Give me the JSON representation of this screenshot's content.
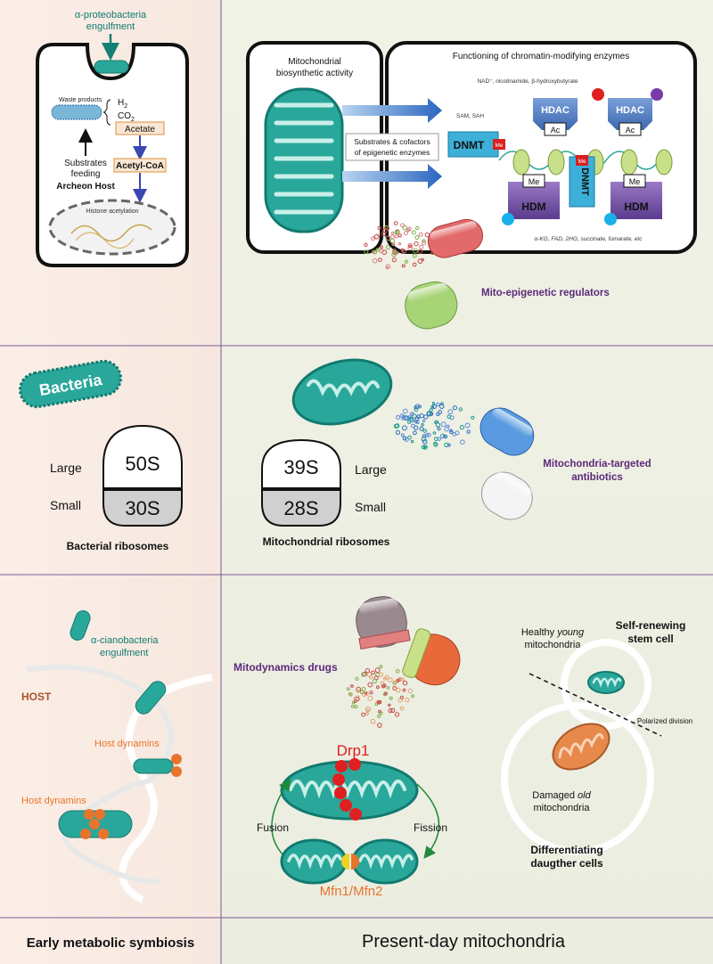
{
  "colors": {
    "left_bg": "#f9ece4",
    "right_bg": "#eef0e4",
    "divider": "#7a5a9a",
    "teal": "#2aa79b",
    "teal_dark": "#127a70",
    "purple_text": "#5b2a7a",
    "orange": "#e8742c",
    "red": "#e02020",
    "blue_arrow": "#2a6fc2"
  },
  "row1": {
    "proteo_label_1": "α-proteobacteria",
    "proteo_label_2": "engulfment",
    "waste": "Waste products",
    "h2": "H",
    "h2_sub": "2",
    "co2": "CO",
    "co2_sub": "2",
    "acetate": "Acetate",
    "substrates_1": "Substrates",
    "substrates_2": "feeding",
    "archeon": "Archeon Host",
    "acetylcoa": "Acetyl-CoA",
    "histone": "Histone acetylation",
    "mito_activity_1": "Mitochondrial",
    "mito_activity_2": "biosynthetic activity",
    "chromatin_title": "Functioning of chromatin-modifying enzymes",
    "cofactors_1": "Substrates & cofactors",
    "cofactors_2": "of epigenetic enzymes",
    "sam": "SAM, SAH",
    "nad": "NAD⁺, nicotinamide, β-hydroxybutyrate",
    "hdac": "HDAC",
    "ac": "Ac",
    "me": "Me",
    "dnmt": "DNMT",
    "hdm": "HDM",
    "akg": "α-KG, FAD, 2HG, succinate, fumarate, etc",
    "regulators": "Mito-epigenetic regulators"
  },
  "row2": {
    "bacteria": "Bacteria",
    "large": "Large",
    "small": "Small",
    "s50": "50S",
    "s30": "30S",
    "bact_ribo": "Bacterial ribosomes",
    "s39": "39S",
    "s28": "28S",
    "mito_ribo": "Mitochondrial ribosomes",
    "antibiotics_1": "Mitochondria-targeted",
    "antibiotics_2": "antibiotics"
  },
  "row3": {
    "cyano_1": "α-cianobacteria",
    "cyano_2": "engulfment",
    "host": "HOST",
    "host_dyn_1": "Host dynamins",
    "host_dyn_2": "Host dynamins",
    "mitodyn": "Mitodynamics drugs",
    "drp1": "Drp1",
    "fusion": "Fusion",
    "fission": "Fission",
    "mfn": "Mfn1/Mfn2",
    "healthy_1": "Healthy",
    "healthy_young": "young",
    "healthy_2": "mitochondria",
    "self_renew_1": "Self-renewing",
    "self_renew_2": "stem cell",
    "polarized": "Polarized division",
    "damaged_1": "Damaged",
    "damaged_old": "old",
    "damaged_2": "mitochondria",
    "diff_1": "Differentiating",
    "diff_2": "daugther cells"
  },
  "footer": {
    "left": "Early metabolic symbiosis",
    "right": "Present-day mitochondria"
  }
}
